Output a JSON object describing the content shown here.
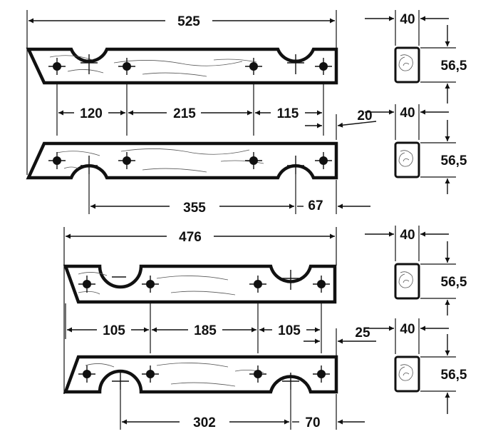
{
  "colors": {
    "ink": "#111111",
    "paper": "#ffffff"
  },
  "set_a": {
    "overall_length": "525",
    "hole_spacing_1": "120",
    "hole_spacing_2": "215",
    "hole_spacing_3": "115",
    "end_offset": "20",
    "arc_spacing": "355",
    "arc_end_offset": "67",
    "section_top": {
      "width": "40",
      "height": "56,5"
    },
    "section_bottom": {
      "width": "40",
      "height": "56,5"
    }
  },
  "set_b": {
    "overall_length": "476",
    "hole_spacing_1": "105",
    "hole_spacing_2": "185",
    "hole_spacing_3": "105",
    "end_offset": "25",
    "arc_spacing": "302",
    "arc_end_offset": "70",
    "section_top": {
      "width": "40",
      "height": "56,5"
    },
    "section_bottom": {
      "width": "40",
      "height": "56,5"
    }
  }
}
